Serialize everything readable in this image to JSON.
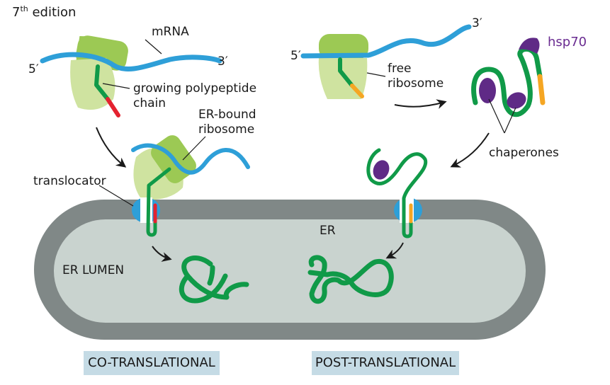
{
  "edition": {
    "number": "7",
    "suffix": "th",
    "text": "edition"
  },
  "labels": {
    "mrna": "mRNA",
    "five_prime_left": "5′",
    "three_prime_left": "3′",
    "growing_chain_line1": "growing polypeptide",
    "growing_chain_line2": "chain",
    "er_bound_line1": "ER-bound",
    "er_bound_line2": "ribosome",
    "translocator": "translocator",
    "five_prime_right": "5′",
    "three_prime_right": "3′",
    "free_ribosome_line1": "free",
    "free_ribosome_line2": "ribosome",
    "hsp70": "hsp70",
    "chaperones": "chaperones",
    "er": "ER",
    "er_lumen": "ER LUMEN"
  },
  "captions": {
    "co": "CO-TRANSLATIONAL",
    "post": "POST-TRANSLATIONAL"
  },
  "colors": {
    "mrna": "#2e9fd8",
    "ribosome_large": "#9cc954",
    "ribosome_small": "#cfe3a0",
    "chain": "#109a48",
    "signal_red": "#e42230",
    "signal_orange": "#f5a623",
    "chaperone": "#5f2a86",
    "hsp70_text": "#6a2c91",
    "membrane": "#808887",
    "lumen": "#c9d3cf",
    "translocator": "#2e9fd8",
    "caption_bg": "#c5dbe5"
  }
}
